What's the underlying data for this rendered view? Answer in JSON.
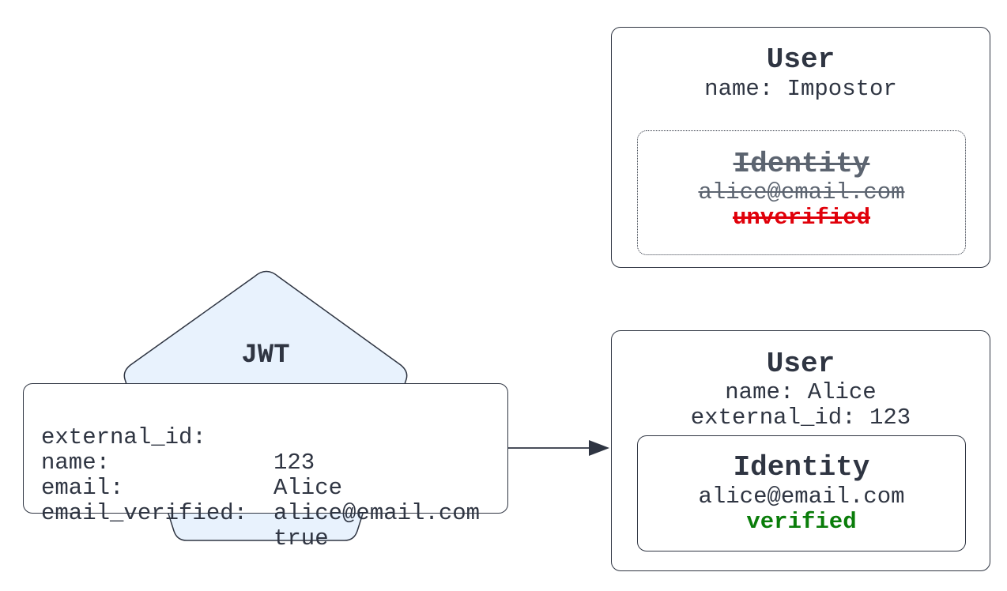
{
  "top_user": {
    "title": "User",
    "name_line": "name: Impostor",
    "identity": {
      "title": "Identity",
      "email": "alice@email.com",
      "status": "unverified"
    }
  },
  "jwt": {
    "title": "JWT",
    "fields": [
      {
        "key": "external_id:",
        "value": "123"
      },
      {
        "key": "name:",
        "value": "Alice"
      },
      {
        "key": "email:",
        "value": "alice@email.com"
      },
      {
        "key": "email_verified:",
        "value": "true"
      }
    ]
  },
  "bottom_user": {
    "title": "User",
    "name_line": "name: Alice",
    "external_id_line": "external_id: 123",
    "identity": {
      "title": "Identity",
      "email": "alice@email.com",
      "status": "verified"
    }
  },
  "colors": {
    "jwt_fill": "#e8f2fd",
    "stroke": "#2f3542",
    "unverified": "#e0000a",
    "verified": "#0a7d0a"
  }
}
